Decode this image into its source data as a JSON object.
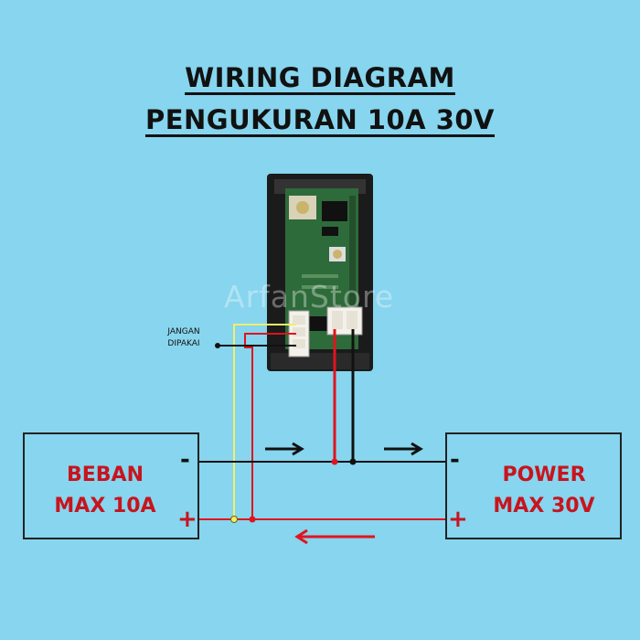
{
  "title": {
    "line1": "WIRING DIAGRAM",
    "line2": "PENGUKURAN 10A 30V"
  },
  "load": {
    "line1": "BEBAN",
    "line2": "MAX 10A",
    "minus": "-",
    "plus": "+"
  },
  "power": {
    "line1": "POWER",
    "line2": "MAX 30V",
    "minus": "-",
    "plus": "+"
  },
  "note": {
    "line1": "JANGAN",
    "line2": "DIPAKAI"
  },
  "watermark": "ArfanStore",
  "colors": {
    "background": "#87d5ee",
    "red_wire": "#e0141e",
    "black_wire": "#111111",
    "yellow_wire": "#f2ee6a",
    "label_red": "#c8141e",
    "pcb_green": "#2e6b3a"
  }
}
